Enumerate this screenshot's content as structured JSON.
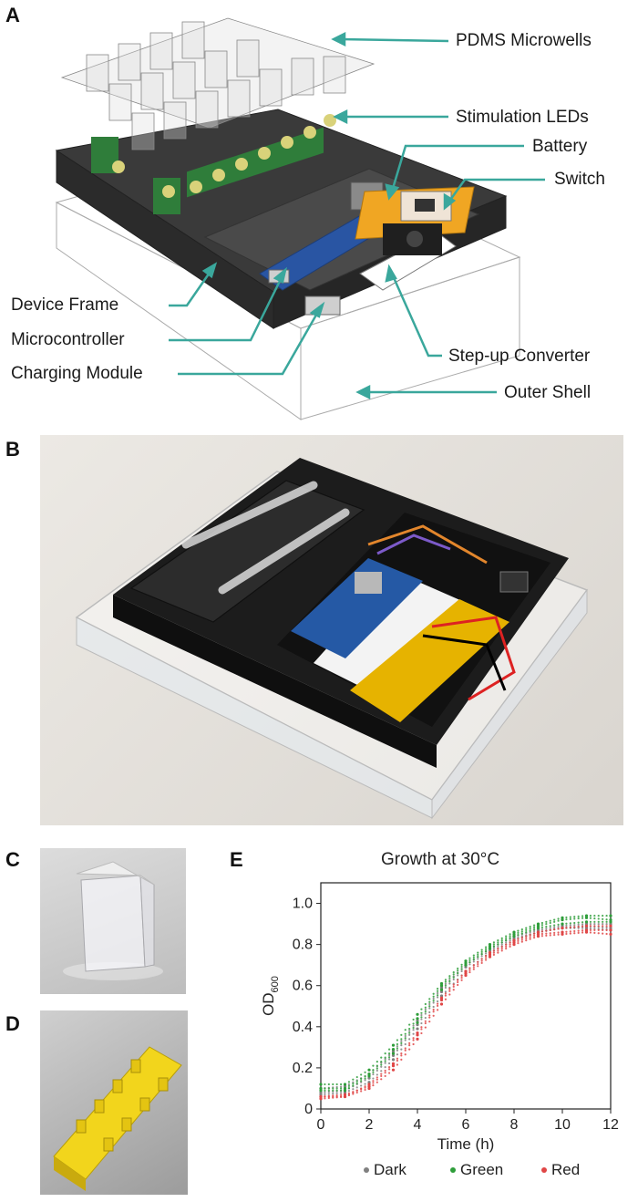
{
  "panels": {
    "a": "A",
    "b": "B",
    "c": "C",
    "d": "D",
    "e": "E"
  },
  "panel_a": {
    "labels_right": [
      "PDMS Microwells",
      "Stimulation LEDs",
      "Battery",
      "Switch",
      "Step-up Converter",
      "Outer Shell"
    ],
    "labels_left": [
      "Device Frame",
      "Microcontroller",
      "Charging Module"
    ],
    "arrow_color": "#3aa79c"
  },
  "chart_data": {
    "type": "scatter",
    "title": "Growth at 30°C",
    "xlabel": "Time (h)",
    "ylabel_main": "OD",
    "ylabel_sub": "600",
    "xlim": [
      0,
      12
    ],
    "ylim": [
      0,
      1.1
    ],
    "xticks": [
      "0",
      "2",
      "4",
      "6",
      "8",
      "10",
      "12"
    ],
    "yticks": [
      "0",
      "0.2",
      "0.4",
      "0.6",
      "0.8",
      "1.0"
    ],
    "xtick_values": [
      0,
      2,
      4,
      6,
      8,
      10,
      12
    ],
    "ytick_values": [
      0,
      0.2,
      0.4,
      0.6,
      0.8,
      1.0
    ],
    "legend_position": "bottom",
    "series": [
      {
        "name": "Dark",
        "color": "#808080",
        "replicates": [
          {
            "x": [
              0,
              1,
              2,
              3,
              4,
              5,
              6,
              7,
              8,
              9,
              10,
              11,
              12
            ],
            "y": [
              0.1,
              0.11,
              0.17,
              0.28,
              0.43,
              0.59,
              0.7,
              0.78,
              0.84,
              0.87,
              0.89,
              0.9,
              0.9
            ]
          },
          {
            "x": [
              0,
              1,
              2,
              3,
              4,
              5,
              6,
              7,
              8,
              9,
              10,
              11,
              12
            ],
            "y": [
              0.08,
              0.09,
              0.15,
              0.26,
              0.41,
              0.57,
              0.69,
              0.77,
              0.83,
              0.86,
              0.88,
              0.89,
              0.88
            ]
          },
          {
            "x": [
              0,
              1,
              2,
              3,
              4,
              5,
              6,
              7,
              8,
              9,
              10,
              11,
              12
            ],
            "y": [
              0.07,
              0.08,
              0.13,
              0.24,
              0.39,
              0.55,
              0.67,
              0.76,
              0.82,
              0.86,
              0.88,
              0.88,
              0.87
            ]
          }
        ]
      },
      {
        "name": "Green",
        "color": "#2e9e3a",
        "replicates": [
          {
            "x": [
              0,
              1,
              2,
              3,
              4,
              5,
              6,
              7,
              8,
              9,
              10,
              11,
              12
            ],
            "y": [
              0.12,
              0.12,
              0.19,
              0.31,
              0.46,
              0.61,
              0.72,
              0.8,
              0.86,
              0.9,
              0.93,
              0.94,
              0.94
            ]
          },
          {
            "x": [
              0,
              1,
              2,
              3,
              4,
              5,
              6,
              7,
              8,
              9,
              10,
              11,
              12
            ],
            "y": [
              0.1,
              0.1,
              0.17,
              0.29,
              0.44,
              0.6,
              0.71,
              0.79,
              0.85,
              0.89,
              0.92,
              0.93,
              0.92
            ]
          },
          {
            "x": [
              0,
              1,
              2,
              3,
              4,
              5,
              6,
              7,
              8,
              9,
              10,
              11,
              12
            ],
            "y": [
              0.09,
              0.09,
              0.16,
              0.27,
              0.42,
              0.58,
              0.7,
              0.78,
              0.84,
              0.88,
              0.9,
              0.91,
              0.91
            ]
          }
        ]
      },
      {
        "name": "Red",
        "color": "#e04646",
        "replicates": [
          {
            "x": [
              0,
              1,
              2,
              3,
              4,
              5,
              6,
              7,
              8,
              9,
              10,
              11,
              12
            ],
            "y": [
              0.06,
              0.07,
              0.11,
              0.21,
              0.36,
              0.53,
              0.66,
              0.75,
              0.81,
              0.85,
              0.86,
              0.87,
              0.87
            ]
          },
          {
            "x": [
              0,
              1,
              2,
              3,
              4,
              5,
              6,
              7,
              8,
              9,
              10,
              11,
              12
            ],
            "y": [
              0.05,
              0.06,
              0.1,
              0.19,
              0.34,
              0.51,
              0.65,
              0.74,
              0.8,
              0.84,
              0.85,
              0.86,
              0.85
            ]
          },
          {
            "x": [
              0,
              1,
              2,
              3,
              4,
              5,
              6,
              7,
              8,
              9,
              10,
              11,
              12
            ],
            "y": [
              0.06,
              0.06,
              0.12,
              0.22,
              0.37,
              0.54,
              0.67,
              0.76,
              0.82,
              0.86,
              0.88,
              0.89,
              0.89
            ]
          }
        ]
      }
    ]
  }
}
